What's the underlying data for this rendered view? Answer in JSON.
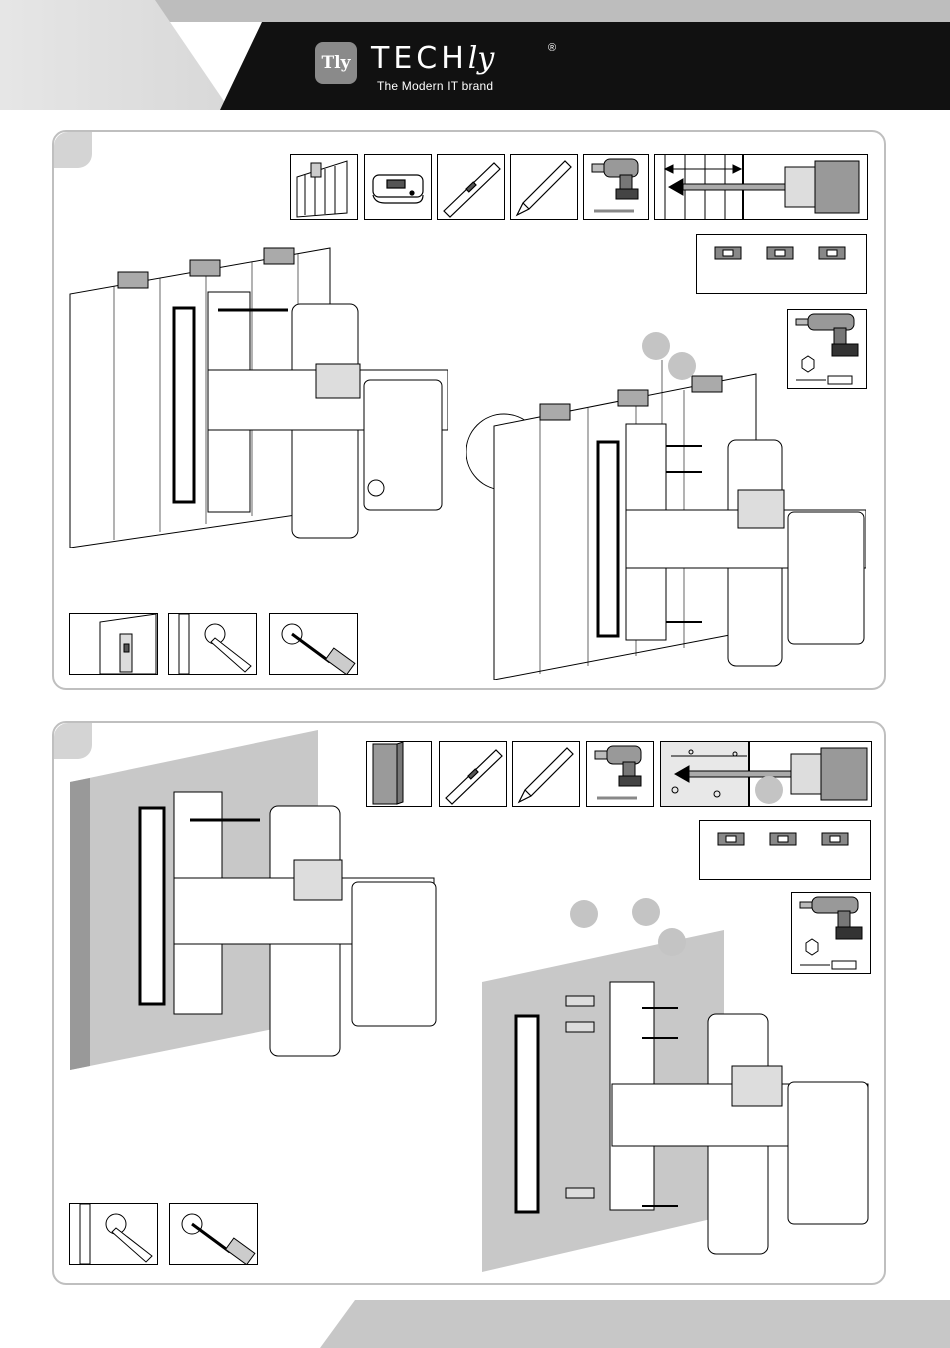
{
  "brand": {
    "logo_mark": "Tly",
    "wordmark_main": "TECH",
    "wordmark_script": "ly",
    "registered": "®",
    "tagline": "The Modern IT brand"
  },
  "colors": {
    "header_black": "#111111",
    "header_grey": "#bdbdbd",
    "panel_border": "#bfbfbf",
    "concrete": "#c8c8c8",
    "badge_grey": "#c4c4c4"
  },
  "panel_wood": {
    "tool_icons": [
      "wood-wall-icon",
      "stud-finder-icon",
      "spirit-level-icon",
      "pencil-icon",
      "drill-icon",
      "drill-depth-icon"
    ],
    "hardware_icons": [
      "washer-icon",
      "washer-icon",
      "washer-icon"
    ],
    "check_icons": [
      "wall-level-check-icon",
      "mark-hole-icon",
      "drill-hole-icon"
    ]
  },
  "panel_concrete": {
    "tool_icons": [
      "concrete-wall-icon",
      "spirit-level-icon",
      "pencil-icon",
      "drill-icon",
      "concrete-drill-depth-icon"
    ],
    "hardware_icons": [
      "washer-icon",
      "washer-icon",
      "washer-icon"
    ],
    "check_icons": [
      "mark-hole-icon",
      "drill-hole-icon"
    ]
  }
}
